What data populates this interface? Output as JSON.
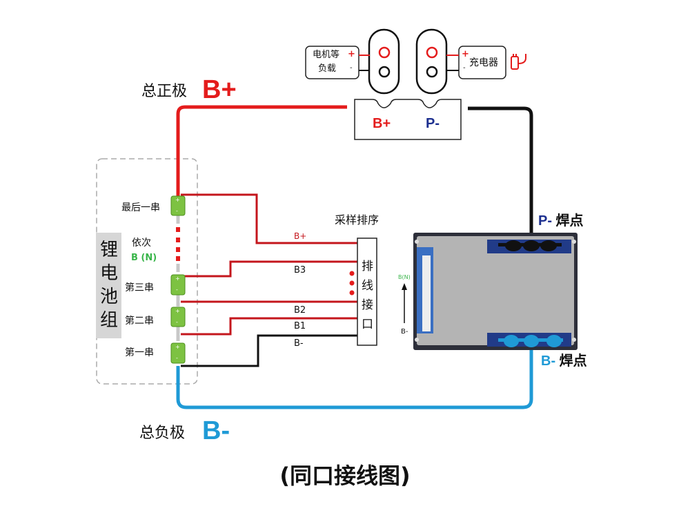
{
  "title": "(同口接线图)",
  "battery_pack": {
    "label_chars": [
      "锂",
      "电",
      "池",
      "组"
    ],
    "cells": [
      {
        "label": "最后一串"
      },
      {
        "label": "第三串"
      },
      {
        "label": "第二串"
      },
      {
        "label": "第一串"
      }
    ],
    "ellipsis_label": "依次",
    "ellipsis_sub": "B (N)",
    "cell_plus": "+",
    "cell_minus": "-"
  },
  "terminals": {
    "b_plus_prefix": "总正极",
    "b_plus": "B+",
    "b_minus_prefix": "总负极",
    "b_minus": "B-"
  },
  "sampling": {
    "title": "采样排序",
    "connector_chars": [
      "排",
      "线",
      "接",
      "口"
    ],
    "wires": [
      "B+",
      "B3",
      "B2",
      "B1",
      "B-"
    ]
  },
  "port": {
    "b_plus": "B+",
    "p_minus": "P-"
  },
  "load": {
    "line1": "电机等",
    "line2": "负载",
    "plus": "+",
    "minus": "-"
  },
  "charger": {
    "label": "充电器",
    "plus": "+",
    "minus": "-"
  },
  "bms": {
    "p_solder": "P- 焊点",
    "b_solder": "B- 焊点",
    "arrow_top": "B(N)",
    "arrow_bottom": "B-"
  },
  "colors": {
    "positive": "#e41c1c",
    "negative": "#1f9ad6",
    "p_minus_text": "#1c2f8f",
    "cell_green": "#7dc242",
    "sample_wire": "#c4161c",
    "board": "#b4b4b4"
  }
}
